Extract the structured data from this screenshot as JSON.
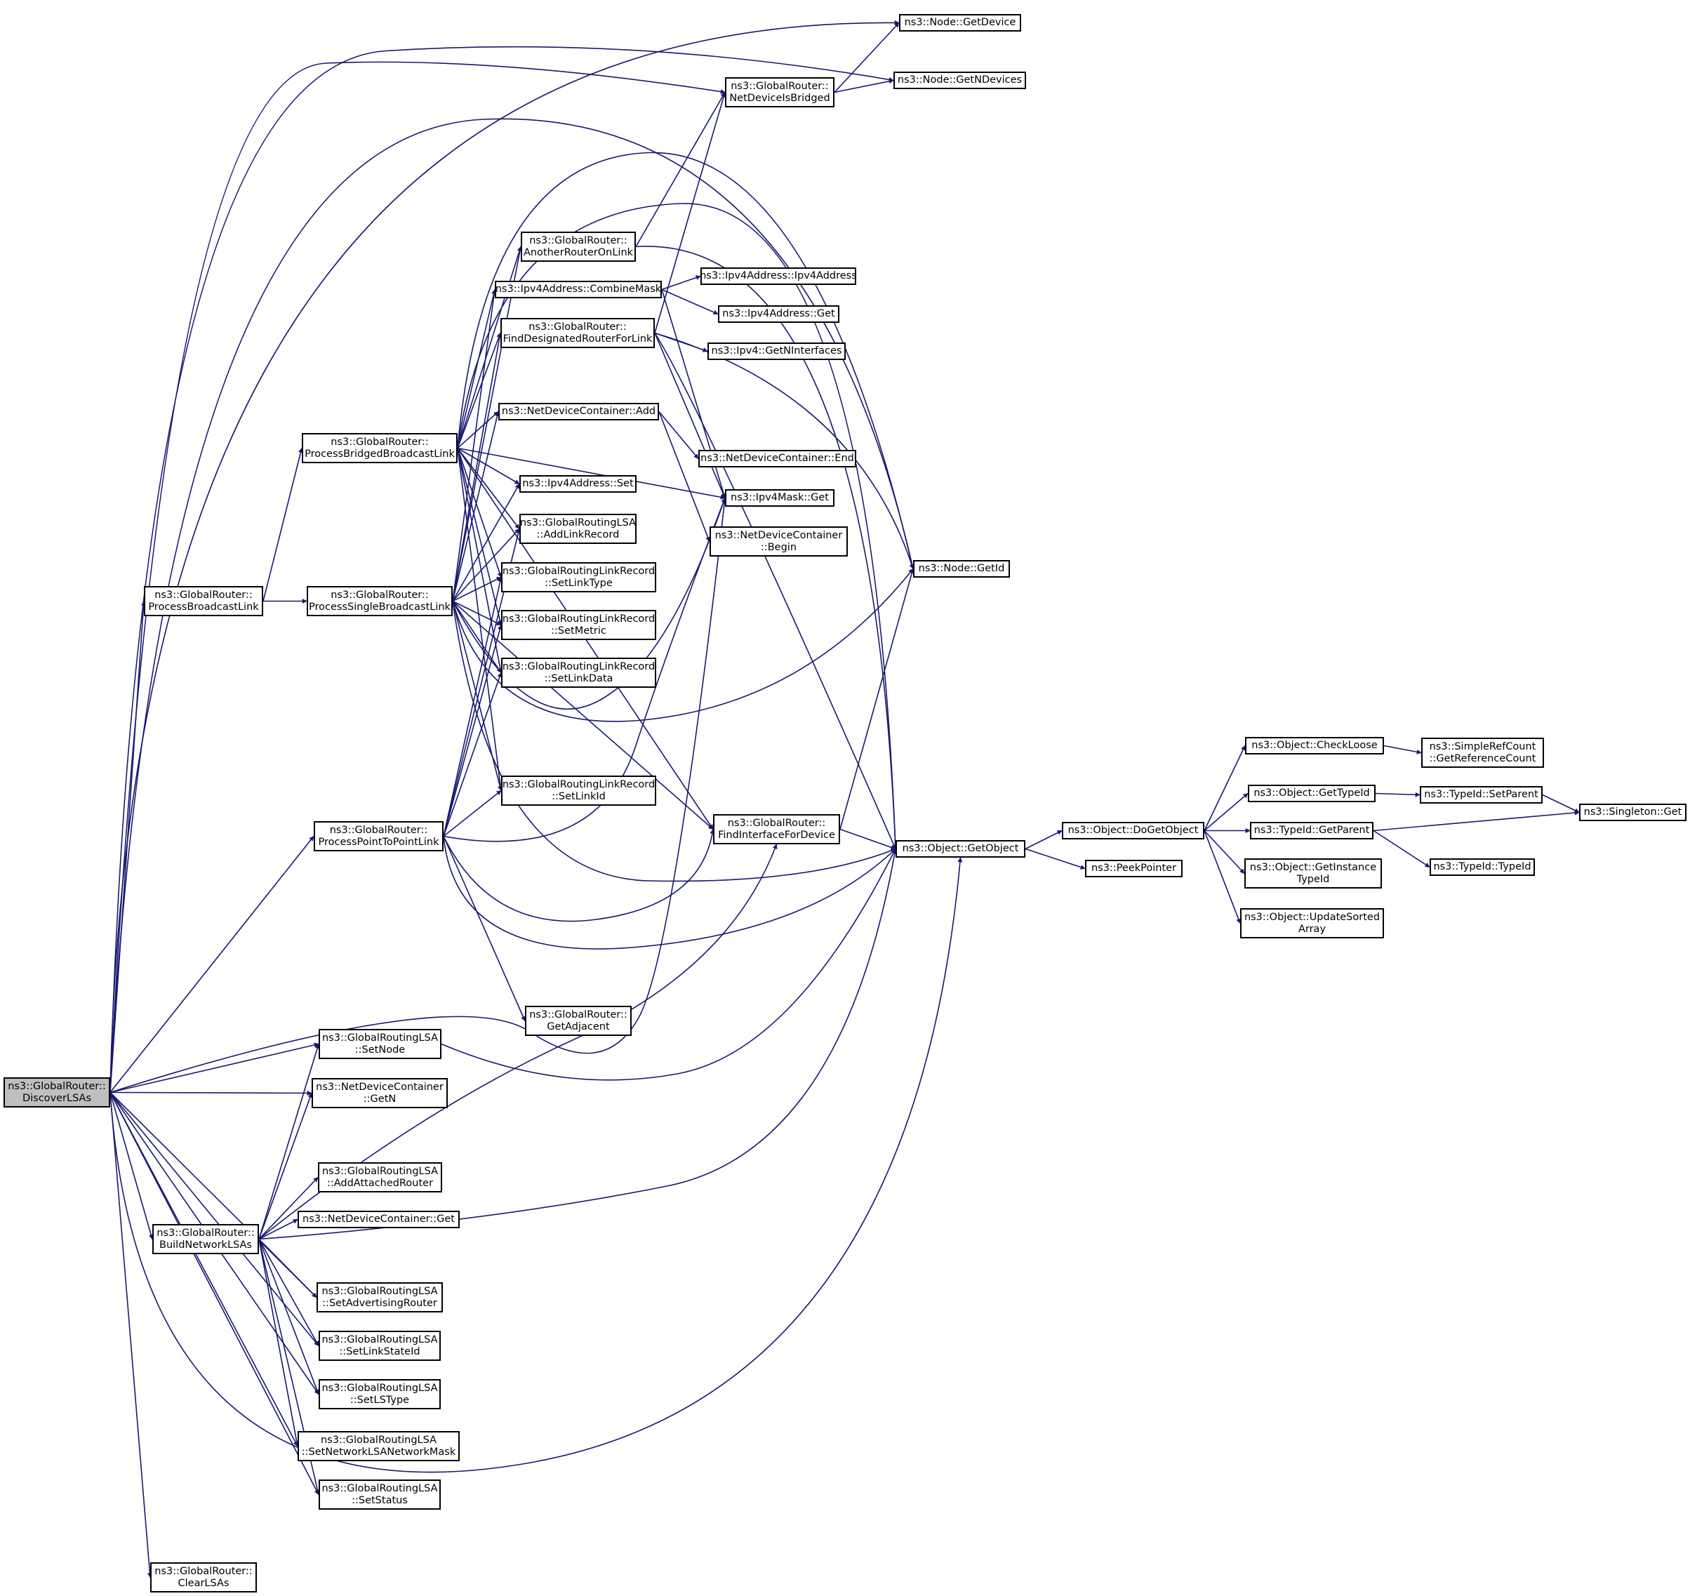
{
  "diagram": {
    "root": "discoverlsas",
    "colors": {
      "edge": "#191970",
      "root_fill": "#bfbfbf",
      "node_fill": "#ffffff",
      "node_border": "#000000"
    },
    "nodes": [
      {
        "id": "discoverlsas",
        "lines": [
          "ns3::GlobalRouter::",
          "DiscoverLSAs"
        ]
      },
      {
        "id": "node_getdevice",
        "lines": [
          "ns3::Node::GetDevice"
        ]
      },
      {
        "id": "node_getndevices",
        "lines": [
          "ns3::Node::GetNDevices"
        ]
      },
      {
        "id": "netdeviceisbridged",
        "lines": [
          "ns3::GlobalRouter::",
          "NetDeviceIsBridged"
        ]
      },
      {
        "id": "anotherrouteronlink",
        "lines": [
          "ns3::GlobalRouter::",
          "AnotherRouterOnLink"
        ]
      },
      {
        "id": "ipv4addr_combinemask",
        "lines": [
          "ns3::Ipv4Address::CombineMask"
        ]
      },
      {
        "id": "ipv4addr_ctor",
        "lines": [
          "ns3::Ipv4Address::Ipv4Address"
        ]
      },
      {
        "id": "ipv4addr_get",
        "lines": [
          "ns3::Ipv4Address::Get"
        ]
      },
      {
        "id": "finddesignatedrouter",
        "lines": [
          "ns3::GlobalRouter::",
          "FindDesignatedRouterForLink"
        ]
      },
      {
        "id": "ipv4_getninterfaces",
        "lines": [
          "ns3::Ipv4::GetNInterfaces"
        ]
      },
      {
        "id": "ndc_add",
        "lines": [
          "ns3::NetDeviceContainer::Add"
        ]
      },
      {
        "id": "ndc_end",
        "lines": [
          "ns3::NetDeviceContainer::End"
        ]
      },
      {
        "id": "processbridgedbroadcast",
        "lines": [
          "ns3::GlobalRouter::",
          "ProcessBridgedBroadcastLink"
        ]
      },
      {
        "id": "ipv4addr_set",
        "lines": [
          "ns3::Ipv4Address::Set"
        ]
      },
      {
        "id": "ipv4mask_get",
        "lines": [
          "ns3::Ipv4Mask::Get"
        ]
      },
      {
        "id": "addlinkrecord",
        "lines": [
          "ns3::GlobalRoutingLSA",
          "::AddLinkRecord"
        ]
      },
      {
        "id": "ndc_begin",
        "lines": [
          "ns3::NetDeviceContainer",
          "::Begin"
        ]
      },
      {
        "id": "node_getid",
        "lines": [
          "ns3::Node::GetId"
        ]
      },
      {
        "id": "processbroadcast",
        "lines": [
          "ns3::GlobalRouter::",
          "ProcessBroadcastLink"
        ]
      },
      {
        "id": "processsinglebroadcast",
        "lines": [
          "ns3::GlobalRouter::",
          "ProcessSingleBroadcastLink"
        ]
      },
      {
        "id": "setlinktype",
        "lines": [
          "ns3::GlobalRoutingLinkRecord",
          "::SetLinkType"
        ]
      },
      {
        "id": "setmetric",
        "lines": [
          "ns3::GlobalRoutingLinkRecord",
          "::SetMetric"
        ]
      },
      {
        "id": "setlinkdata",
        "lines": [
          "ns3::GlobalRoutingLinkRecord",
          "::SetLinkData"
        ]
      },
      {
        "id": "checkloose",
        "lines": [
          "ns3::Object::CheckLoose"
        ]
      },
      {
        "id": "getreferencecount",
        "lines": [
          "ns3::SimpleRefCount",
          "::GetReferenceCount"
        ]
      },
      {
        "id": "object_gettypeid",
        "lines": [
          "ns3::Object::GetTypeId"
        ]
      },
      {
        "id": "typeid_setparent",
        "lines": [
          "ns3::TypeId::SetParent"
        ]
      },
      {
        "id": "singleton_get",
        "lines": [
          "ns3::Singleton::Get"
        ]
      },
      {
        "id": "setlinkid",
        "lines": [
          "ns3::GlobalRoutingLinkRecord",
          "::SetLinkId"
        ]
      },
      {
        "id": "findinterfacefordevice",
        "lines": [
          "ns3::GlobalRouter::",
          "FindInterfaceForDevice"
        ]
      },
      {
        "id": "processpointtopoint",
        "lines": [
          "ns3::GlobalRouter::",
          "ProcessPointToPointLink"
        ]
      },
      {
        "id": "object_getobject",
        "lines": [
          "ns3::Object::GetObject"
        ]
      },
      {
        "id": "object_dogetobject",
        "lines": [
          "ns3::Object::DoGetObject"
        ]
      },
      {
        "id": "typeid_getparent",
        "lines": [
          "ns3::TypeId::GetParent"
        ]
      },
      {
        "id": "peekpointer",
        "lines": [
          "ns3::PeekPointer"
        ]
      },
      {
        "id": "typeid_typeid",
        "lines": [
          "ns3::TypeId::TypeId"
        ]
      },
      {
        "id": "getinstancetypeid",
        "lines": [
          "ns3::Object::GetInstance",
          "TypeId"
        ]
      },
      {
        "id": "updatesortedarray",
        "lines": [
          "ns3::Object::UpdateSorted",
          "Array"
        ]
      },
      {
        "id": "getadjacent",
        "lines": [
          "ns3::GlobalRouter::",
          "GetAdjacent"
        ]
      },
      {
        "id": "setnode",
        "lines": [
          "ns3::GlobalRoutingLSA",
          "::SetNode"
        ]
      },
      {
        "id": "ndc_getn",
        "lines": [
          "ns3::NetDeviceContainer",
          "::GetN"
        ]
      },
      {
        "id": "addattachedrouter",
        "lines": [
          "ns3::GlobalRoutingLSA",
          "::AddAttachedRouter"
        ]
      },
      {
        "id": "buildnetworklsas",
        "lines": [
          "ns3::GlobalRouter::",
          "BuildNetworkLSAs"
        ]
      },
      {
        "id": "ndc_get",
        "lines": [
          "ns3::NetDeviceContainer::Get"
        ]
      },
      {
        "id": "setadvertisingrouter",
        "lines": [
          "ns3::GlobalRoutingLSA",
          "::SetAdvertisingRouter"
        ]
      },
      {
        "id": "setlinkstateid",
        "lines": [
          "ns3::GlobalRoutingLSA",
          "::SetLinkStateId"
        ]
      },
      {
        "id": "setlstype",
        "lines": [
          "ns3::GlobalRoutingLSA",
          "::SetLSType"
        ]
      },
      {
        "id": "setnetworklsanetworkmask",
        "lines": [
          "ns3::GlobalRoutingLSA",
          "::SetNetworkLSANetworkMask"
        ]
      },
      {
        "id": "setstatus",
        "lines": [
          "ns3::GlobalRoutingLSA",
          "::SetStatus"
        ]
      },
      {
        "id": "clearlsas",
        "lines": [
          "ns3::GlobalRouter::",
          "ClearLSAs"
        ]
      }
    ],
    "edges": [
      [
        "discoverlsas",
        "node_getdevice"
      ],
      [
        "discoverlsas",
        "node_getndevices"
      ],
      [
        "discoverlsas",
        "netdeviceisbridged"
      ],
      [
        "discoverlsas",
        "node_getid"
      ],
      [
        "discoverlsas",
        "processbroadcast"
      ],
      [
        "discoverlsas",
        "processpointtopoint"
      ],
      [
        "discoverlsas",
        "setnode"
      ],
      [
        "discoverlsas",
        "ndc_getn"
      ],
      [
        "discoverlsas",
        "buildnetworklsas"
      ],
      [
        "discoverlsas",
        "setadvertisingrouter"
      ],
      [
        "discoverlsas",
        "setlinkstateid"
      ],
      [
        "discoverlsas",
        "setlstype"
      ],
      [
        "discoverlsas",
        "setnetworklsanetworkmask"
      ],
      [
        "discoverlsas",
        "setstatus"
      ],
      [
        "discoverlsas",
        "clearlsas"
      ],
      [
        "discoverlsas",
        "object_getobject"
      ],
      [
        "discoverlsas",
        "ipv4mask_get"
      ],
      [
        "netdeviceisbridged",
        "node_getdevice"
      ],
      [
        "netdeviceisbridged",
        "node_getndevices"
      ],
      [
        "anotherrouteronlink",
        "netdeviceisbridged"
      ],
      [
        "anotherrouteronlink",
        "object_getobject"
      ],
      [
        "ipv4addr_combinemask",
        "ipv4addr_ctor"
      ],
      [
        "ipv4addr_combinemask",
        "ipv4addr_get"
      ],
      [
        "ipv4addr_combinemask",
        "ipv4mask_get"
      ],
      [
        "finddesignatedrouter",
        "netdeviceisbridged"
      ],
      [
        "finddesignatedrouter",
        "ipv4_getninterfaces"
      ],
      [
        "finddesignatedrouter",
        "ipv4mask_get"
      ],
      [
        "finddesignatedrouter",
        "node_getid"
      ],
      [
        "finddesignatedrouter",
        "object_getobject"
      ],
      [
        "ndc_add",
        "ndc_end"
      ],
      [
        "ndc_add",
        "ndc_begin"
      ],
      [
        "processbroadcast",
        "processbridgedbroadcast"
      ],
      [
        "processbroadcast",
        "processsinglebroadcast"
      ],
      [
        "processbridgedbroadcast",
        "anotherrouteronlink"
      ],
      [
        "processbridgedbroadcast",
        "ipv4addr_combinemask"
      ],
      [
        "processbridgedbroadcast",
        "finddesignatedrouter"
      ],
      [
        "processbridgedbroadcast",
        "ndc_add"
      ],
      [
        "processbridgedbroadcast",
        "ipv4addr_set"
      ],
      [
        "processbridgedbroadcast",
        "ipv4mask_get"
      ],
      [
        "processbridgedbroadcast",
        "addlinkrecord"
      ],
      [
        "processbridgedbroadcast",
        "setlinktype"
      ],
      [
        "processbridgedbroadcast",
        "setmetric"
      ],
      [
        "processbridgedbroadcast",
        "setlinkdata"
      ],
      [
        "processbridgedbroadcast",
        "setlinkid"
      ],
      [
        "processbridgedbroadcast",
        "findinterfacefordevice"
      ],
      [
        "processbridgedbroadcast",
        "node_getid"
      ],
      [
        "processbridgedbroadcast",
        "object_getobject"
      ],
      [
        "processsinglebroadcast",
        "anotherrouteronlink"
      ],
      [
        "processsinglebroadcast",
        "ipv4addr_combinemask"
      ],
      [
        "processsinglebroadcast",
        "finddesignatedrouter"
      ],
      [
        "processsinglebroadcast",
        "ndc_add"
      ],
      [
        "processsinglebroadcast",
        "ipv4addr_set"
      ],
      [
        "processsinglebroadcast",
        "ipv4mask_get"
      ],
      [
        "processsinglebroadcast",
        "addlinkrecord"
      ],
      [
        "processsinglebroadcast",
        "setlinktype"
      ],
      [
        "processsinglebroadcast",
        "setmetric"
      ],
      [
        "processsinglebroadcast",
        "setlinkdata"
      ],
      [
        "processsinglebroadcast",
        "setlinkid"
      ],
      [
        "processsinglebroadcast",
        "findinterfacefordevice"
      ],
      [
        "processsinglebroadcast",
        "node_getid"
      ],
      [
        "processsinglebroadcast",
        "object_getobject"
      ],
      [
        "processpointtopoint",
        "addlinkrecord"
      ],
      [
        "processpointtopoint",
        "setlinktype"
      ],
      [
        "processpointtopoint",
        "setmetric"
      ],
      [
        "processpointtopoint",
        "setlinkdata"
      ],
      [
        "processpointtopoint",
        "setlinkid"
      ],
      [
        "processpointtopoint",
        "findinterfacefordevice"
      ],
      [
        "processpointtopoint",
        "ipv4mask_get"
      ],
      [
        "processpointtopoint",
        "getadjacent"
      ],
      [
        "processpointtopoint",
        "object_getobject"
      ],
      [
        "findinterfacefordevice",
        "node_getid"
      ],
      [
        "findinterfacefordevice",
        "object_getobject"
      ],
      [
        "object_getobject",
        "object_dogetobject"
      ],
      [
        "object_getobject",
        "peekpointer"
      ],
      [
        "object_dogetobject",
        "checkloose"
      ],
      [
        "object_dogetobject",
        "object_gettypeid"
      ],
      [
        "object_dogetobject",
        "typeid_getparent"
      ],
      [
        "object_dogetobject",
        "getinstancetypeid"
      ],
      [
        "object_dogetobject",
        "updatesortedarray"
      ],
      [
        "checkloose",
        "getreferencecount"
      ],
      [
        "object_gettypeid",
        "typeid_setparent"
      ],
      [
        "typeid_setparent",
        "singleton_get"
      ],
      [
        "typeid_getparent",
        "singleton_get"
      ],
      [
        "typeid_getparent",
        "typeid_typeid"
      ],
      [
        "setnode",
        "object_getobject"
      ],
      [
        "buildnetworklsas",
        "setnode"
      ],
      [
        "buildnetworklsas",
        "ndc_getn"
      ],
      [
        "buildnetworklsas",
        "addattachedrouter"
      ],
      [
        "buildnetworklsas",
        "ndc_get"
      ],
      [
        "buildnetworklsas",
        "setadvertisingrouter"
      ],
      [
        "buildnetworklsas",
        "setlinkstateid"
      ],
      [
        "buildnetworklsas",
        "setlstype"
      ],
      [
        "buildnetworklsas",
        "setnetworklsanetworkmask"
      ],
      [
        "buildnetworklsas",
        "setstatus"
      ],
      [
        "buildnetworklsas",
        "findinterfacefordevice"
      ],
      [
        "buildnetworklsas",
        "object_getobject"
      ]
    ]
  }
}
